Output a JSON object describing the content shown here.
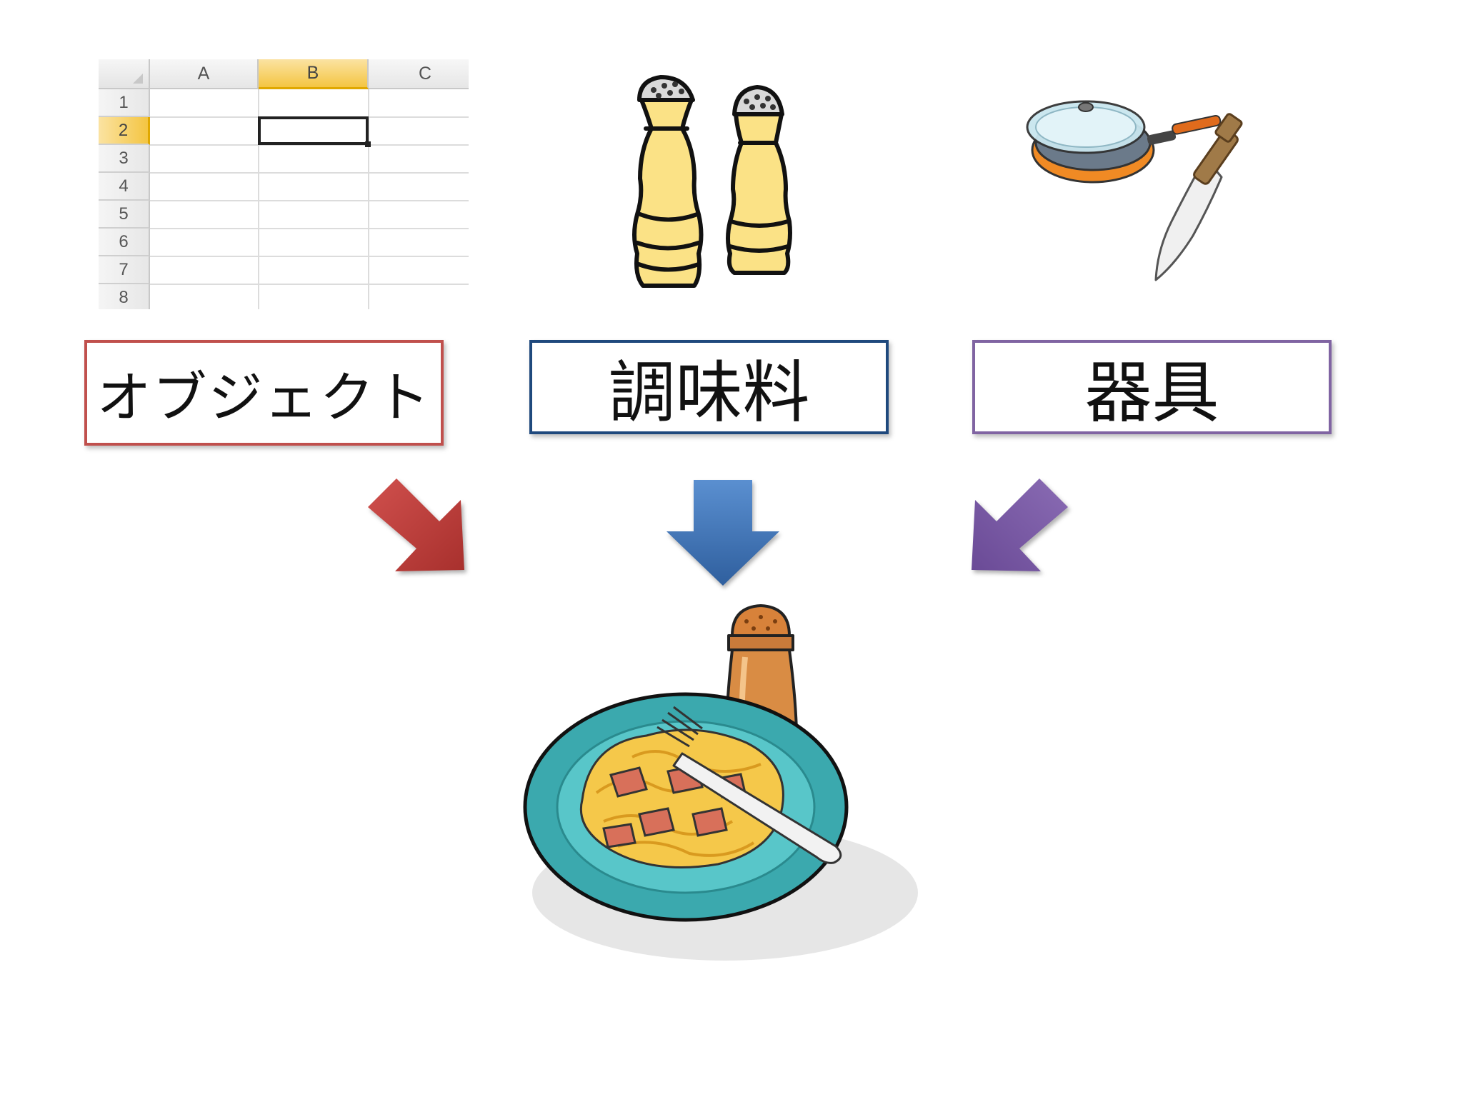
{
  "spreadsheet": {
    "columns": [
      "A",
      "B",
      "C"
    ],
    "rows": [
      "1",
      "2",
      "3",
      "4",
      "5",
      "6",
      "7",
      "8"
    ],
    "selected_column": "B",
    "selected_row": "2"
  },
  "labels": {
    "object": "オブジェクト",
    "seasoning": "調味料",
    "tools": "器具"
  },
  "colors": {
    "object": "#c0504d",
    "seasoning": "#1f497d",
    "tools": "#8064a2",
    "arrow_red": "#c0504d",
    "arrow_blue": "#4f81bd",
    "arrow_purple": "#8064a2"
  },
  "icons": {
    "spreadsheet": "spreadsheet-icon",
    "seasoning": "salt-pepper-shakers-icon",
    "tools": "frying-pan-and-knife-icon",
    "result": "pasta-plate-icon"
  }
}
